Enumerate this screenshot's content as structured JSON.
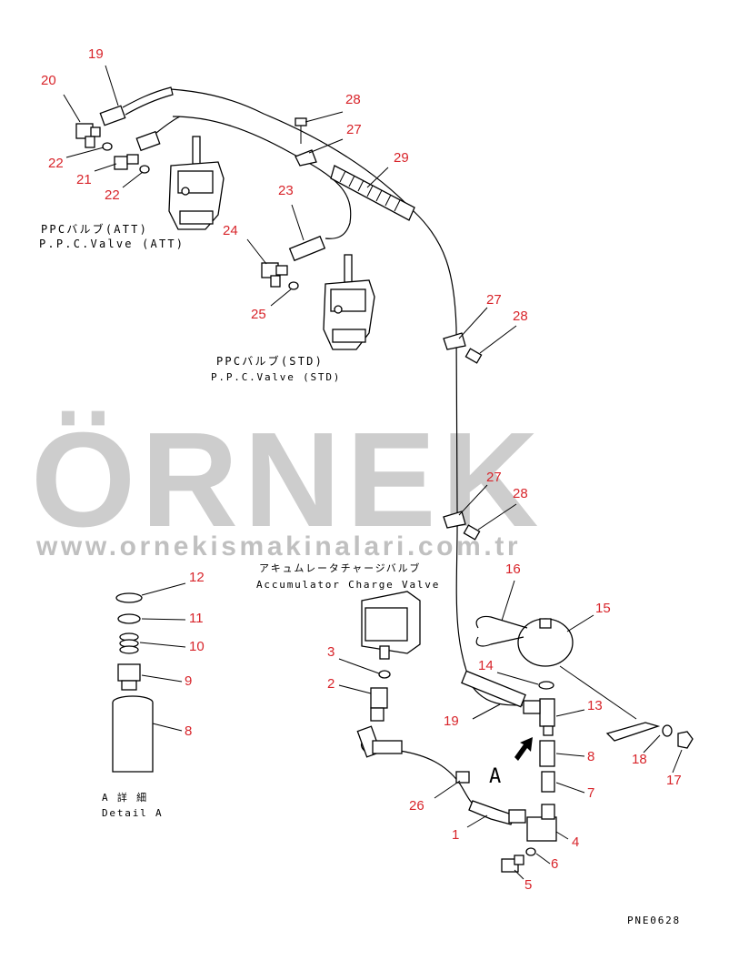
{
  "drawing": {
    "code": "PNE0628",
    "view_marker": "A"
  },
  "labels": {
    "ppc_att_jp": "PPCバルブ(ATT)",
    "ppc_att_en": "P.P.C.Valve (ATT)",
    "ppc_std_jp": "PPCバルブ(STD)",
    "ppc_std_en": "P.P.C.Valve (STD)",
    "accum_jp": "アキュムレータチャージバルブ",
    "accum_en": "Accumulator Charge Valve",
    "detail_jp": "A 詳 細",
    "detail_en": "Detail A"
  },
  "watermark": {
    "brand": "ÖRNEK",
    "url": "www.ornekismakinalari.com.tr",
    "accent_color": "#f2d36b",
    "text_color": "#c9c9c9"
  },
  "callouts": [
    "19",
    "20",
    "22",
    "21",
    "22",
    "28",
    "27",
    "29",
    "23",
    "24",
    "25",
    "27",
    "28",
    "27",
    "28",
    "12",
    "11",
    "10",
    "9",
    "8",
    "16",
    "15",
    "14",
    "13",
    "3",
    "2",
    "19",
    "8",
    "7",
    "26",
    "1",
    "4",
    "6",
    "5",
    "18",
    "17"
  ],
  "colors": {
    "callout": "#d8242a",
    "line": "#000000"
  }
}
